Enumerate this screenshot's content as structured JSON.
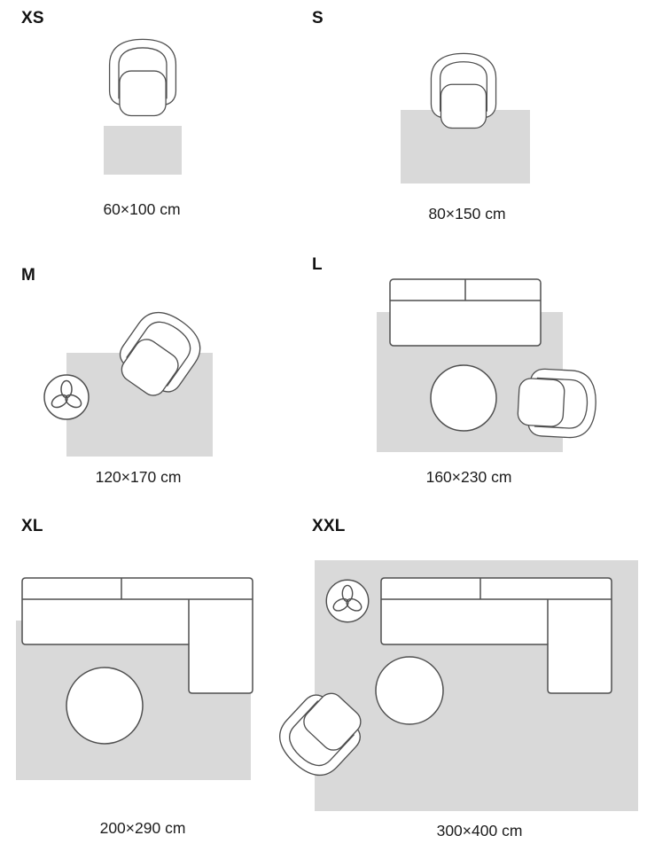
{
  "colors": {
    "rug_fill": "#d9d9d9",
    "furniture_outline": "#4f4f4f",
    "furniture_fill": "#ffffff",
    "text": "#161616"
  },
  "sizes": [
    {
      "id": "xs",
      "label": "XS",
      "dimensions": "60×100 cm"
    },
    {
      "id": "s",
      "label": "S",
      "dimensions": "80×150 cm"
    },
    {
      "id": "m",
      "label": "M",
      "dimensions": "120×170 cm"
    },
    {
      "id": "l",
      "label": "L",
      "dimensions": "160×230 cm"
    },
    {
      "id": "xl",
      "label": "XL",
      "dimensions": "200×290 cm"
    },
    {
      "id": "xxl",
      "label": "XXL",
      "dimensions": "300×400 cm"
    }
  ]
}
